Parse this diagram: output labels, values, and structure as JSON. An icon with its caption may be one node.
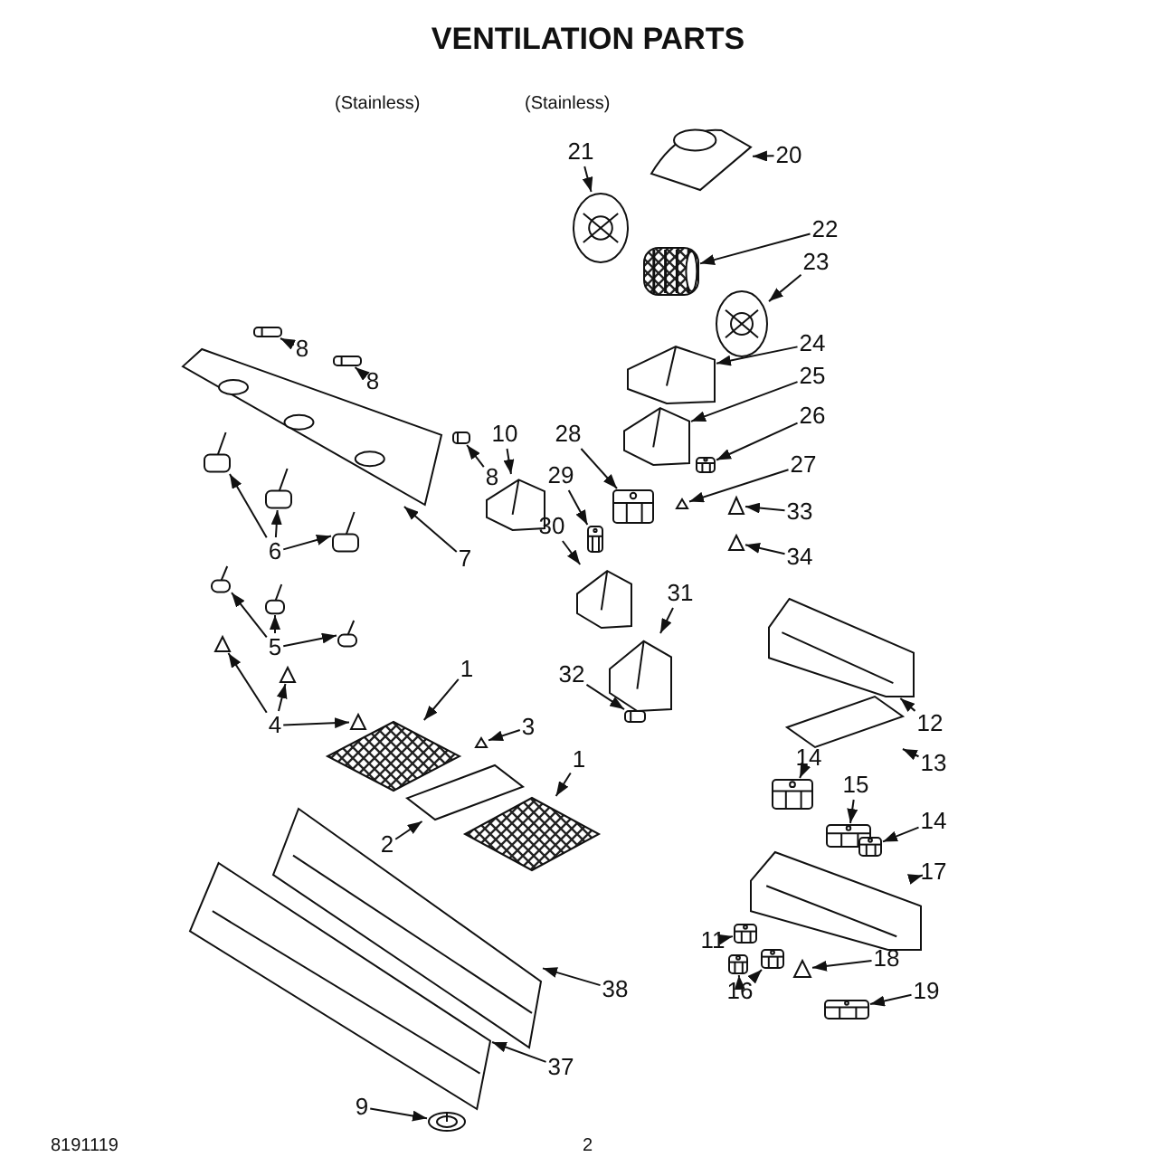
{
  "diagram": {
    "title": "VENTILATION PARTS",
    "nodes": [
      {
        "text": [
          "8"
        ]
      },
      {
        "text": [],
        "shape": "picture"
      },
      {
        "text": [
          "8"
        ]
      },
      {
        "text": [],
        "shape": "picture"
      },
      {
        "text": [
          "8"
        ]
      },
      {
        "text": [],
        "shape": "picture"
      },
      {
        "text": [
          "7"
        ]
      },
      {
        "text": [],
        "shape": "picture"
      },
      {
        "text": [
          "6"
        ]
      },
      {
        "text": [],
        "shape": "picture"
      },
      {
        "text": [],
        "shape": "picture"
      },
      {
        "text": [],
        "shape": "picture"
      },
      {
        "text": [
          "5"
        ]
      },
      {
        "text": [],
        "shape": "picture"
      },
      {
        "text": [],
        "shape": "picture"
      },
      {
        "text": [],
        "shape": "picture"
      },
      {
        "text": [
          "4"
        ]
      },
      {
        "text": [],
        "shape": "picture"
      },
      {
        "text": [],
        "shape": "picture"
      },
      {
        "text": [],
        "shape": "picture"
      },
      {
        "text": [
          "1"
        ]
      },
      {
        "text": [],
        "shape": "picture"
      },
      {
        "text": [
          "3"
        ]
      },
      {
        "text": [],
        "shape": "picture"
      },
      {
        "text": [
          "2"
        ]
      },
      {
        "text": [],
        "shape": "picture"
      },
      {
        "text": [
          "1"
        ]
      },
      {
        "text": [],
        "shape": "picture"
      },
      {
        "text": [
          "38"
        ]
      },
      {
        "text": [],
        "shape": "picture"
      },
      {
        "text": [
          "37"
        ]
      },
      {
        "text": [],
        "shape": "picture"
      },
      {
        "text": [
          "9"
        ]
      },
      {
        "text": [],
        "shape": "picture"
      },
      {
        "text": [
          "10"
        ]
      },
      {
        "text": [],
        "shape": "picture"
      },
      {
        "text": [
          "20"
        ]
      },
      {
        "text": [],
        "shape": "picture"
      },
      {
        "text": [
          "21"
        ]
      },
      {
        "text": [],
        "shape": "picture"
      },
      {
        "text": [
          "22"
        ]
      },
      {
        "text": [],
        "shape": "picture"
      },
      {
        "text": [
          "23"
        ]
      },
      {
        "text": [],
        "shape": "picture"
      },
      {
        "text": [
          "24"
        ]
      },
      {
        "text": [],
        "shape": "picture"
      },
      {
        "text": [
          "25"
        ]
      },
      {
        "text": [],
        "shape": "picture"
      },
      {
        "text": [
          "26"
        ]
      },
      {
        "text": [],
        "shape": "picture"
      },
      {
        "text": [
          "27"
        ]
      },
      {
        "text": [],
        "shape": "picture"
      },
      {
        "text": [
          "33"
        ]
      },
      {
        "text": [],
        "shape": "picture"
      },
      {
        "text": [
          "34"
        ]
      },
      {
        "text": [],
        "shape": "picture"
      },
      {
        "text": [
          "28"
        ]
      },
      {
        "text": [],
        "shape": "picture"
      },
      {
        "text": [
          "29"
        ]
      },
      {
        "text": [],
        "shape": "picture"
      },
      {
        "text": [
          "30"
        ]
      },
      {
        "text": [],
        "shape": "picture"
      },
      {
        "text": [
          "31"
        ]
      },
      {
        "text": [],
        "shape": "picture"
      },
      {
        "text": [
          "32"
        ]
      },
      {
        "text": [],
        "shape": "picture"
      },
      {
        "text": [
          "12"
        ]
      },
      {
        "text": [],
        "shape": "picture"
      },
      {
        "text": [
          "13"
        ]
      },
      {
        "text": [],
        "shape": "picture"
      },
      {
        "text": [
          "14"
        ]
      },
      {
        "text": [],
        "shape": "picture"
      },
      {
        "text": [
          "15"
        ]
      },
      {
        "text": [],
        "shape": "picture"
      },
      {
        "text": [
          "14"
        ]
      },
      {
        "text": [],
        "shape": "picture"
      },
      {
        "text": [
          "17"
        ]
      },
      {
        "text": [],
        "shape": "picture"
      },
      {
        "text": [
          "18"
        ]
      },
      {
        "text": [],
        "shape": "picture"
      },
      {
        "text": [
          "19"
        ]
      },
      {
        "text": [],
        "shape": "picture"
      },
      {
        "text": [
          "11"
        ]
      },
      {
        "text": [],
        "shape": "picture"
      },
      {
        "text": [
          "16"
        ]
      },
      {
        "text": [],
        "shape": "picture"
      },
      {
        "text": [],
        "shape": "picture"
      }
    ],
    "edges": [
      {
        "from": 0,
        "to": 1,
        "arrow": "to"
      },
      {
        "from": 2,
        "to": 3,
        "arrow": "to"
      },
      {
        "from": 4,
        "to": 5,
        "arrow": "to"
      },
      {
        "from": 6,
        "to": 7,
        "arrow": "to"
      },
      {
        "from": 8,
        "to": 9,
        "arrow": "to"
      },
      {
        "from": 8,
        "to": 10,
        "arrow": "to"
      },
      {
        "from": 8,
        "to": 11,
        "arrow": "to"
      },
      {
        "from": 12,
        "to": 13,
        "arrow": "to"
      },
      {
        "from": 12,
        "to": 14,
        "arrow": "to"
      },
      {
        "from": 12,
        "to": 15,
        "arrow": "to"
      },
      {
        "from": 16,
        "to": 17,
        "arrow": "to"
      },
      {
        "from": 16,
        "to": 18,
        "arrow": "to"
      },
      {
        "from": 16,
        "to": 19,
        "arrow": "to"
      },
      {
        "from": 20,
        "to": 21,
        "arrow": "to"
      },
      {
        "from": 22,
        "to": 23,
        "arrow": "to"
      },
      {
        "from": 24,
        "to": 25,
        "arrow": "to"
      },
      {
        "from": 26,
        "to": 27,
        "arrow": "to"
      },
      {
        "from": 28,
        "to": 29,
        "arrow": "to"
      },
      {
        "from": 30,
        "to": 31,
        "arrow": "to"
      },
      {
        "from": 32,
        "to": 33,
        "arrow": "to"
      },
      {
        "from": 34,
        "to": 35,
        "arrow": "to"
      },
      {
        "from": 36,
        "to": 37,
        "arrow": "to"
      },
      {
        "from": 38,
        "to": 39,
        "arrow": "to"
      },
      {
        "from": 40,
        "to": 41,
        "arrow": "to"
      },
      {
        "from": 42,
        "to": 43,
        "arrow": "to"
      },
      {
        "from": 44,
        "to": 45,
        "arrow": "to"
      },
      {
        "from": 46,
        "to": 47,
        "arrow": "to"
      },
      {
        "from": 48,
        "to": 49,
        "arrow": "to"
      },
      {
        "from": 50,
        "to": 51,
        "arrow": "to"
      },
      {
        "from": 52,
        "to": 53,
        "arrow": "to"
      },
      {
        "from": 54,
        "to": 55,
        "arrow": "to"
      },
      {
        "from": 56,
        "to": 57,
        "arrow": "to"
      },
      {
        "from": 58,
        "to": 59,
        "arrow": "to"
      },
      {
        "from": 60,
        "to": 61,
        "arrow": "to"
      },
      {
        "from": 62,
        "to": 63,
        "arrow": "to"
      },
      {
        "from": 64,
        "to": 65,
        "arrow": "to"
      },
      {
        "from": 66,
        "to": 67,
        "arrow": "to"
      },
      {
        "from": 68,
        "to": 69,
        "arrow": "to"
      },
      {
        "from": 70,
        "to": 71,
        "arrow": "to"
      },
      {
        "from": 72,
        "to": 73,
        "arrow": "to"
      },
      {
        "from": 74,
        "to": 75,
        "arrow": "to"
      },
      {
        "from": 76,
        "to": 77,
        "arrow": "to"
      },
      {
        "from": 78,
        "to": 79,
        "arrow": "to"
      },
      {
        "from": 80,
        "to": 81,
        "arrow": "to"
      },
      {
        "from": 82,
        "to": 83,
        "arrow": "to"
      },
      {
        "from": 84,
        "to": 85,
        "arrow": "to"
      },
      {
        "from": 84,
        "to": 86,
        "arrow": "to"
      }
    ],
    "labels": [
      "(Stainless)",
      "(Stainless)",
      "8191119",
      "2"
    ]
  }
}
